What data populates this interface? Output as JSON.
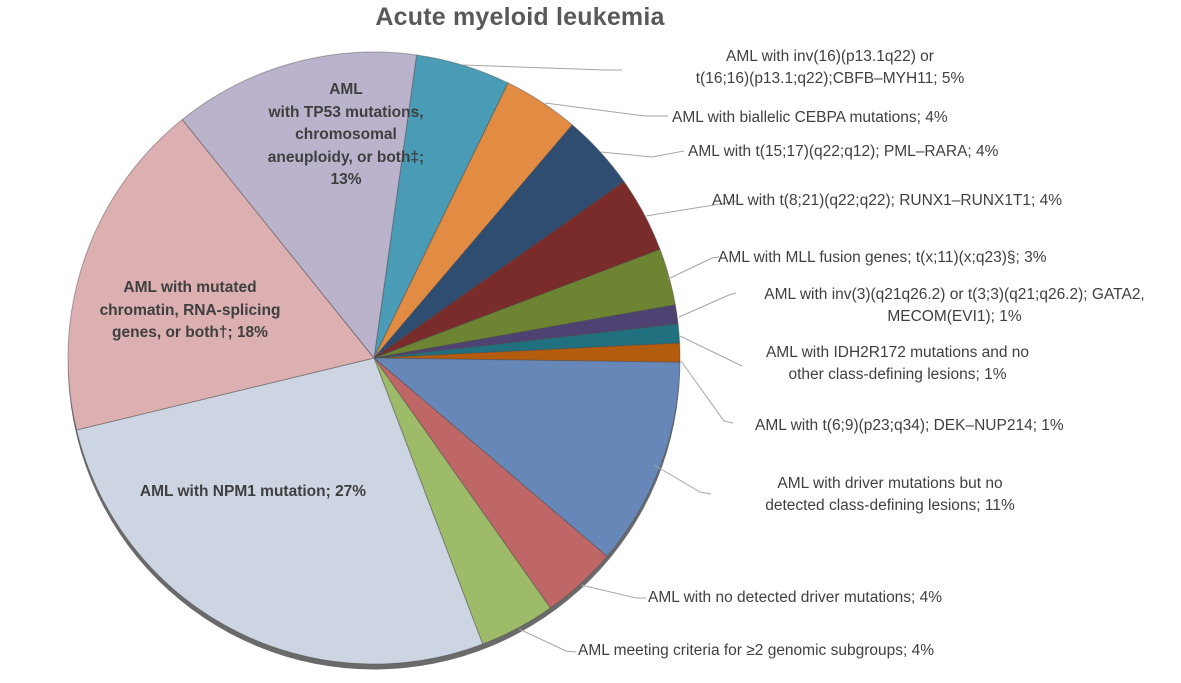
{
  "chart_data": {
    "type": "pie",
    "title": "Acute myeloid leukemia",
    "start_angle_deg": 8,
    "legend_position": "none",
    "slices": [
      {
        "name": "AML with inv(16)(p13.1q22) or t(16;16)(p13.1;q22);CBFB–MYH11",
        "value_pct": 5,
        "color": "#4a9bb5",
        "label_placement": "callout",
        "label": "AML with inv(16)(p13.1q22) or\nt(16;16)(p13.1;q22);CBFB–MYH11; 5%"
      },
      {
        "name": "AML with biallelic CEBPA mutations",
        "value_pct": 4,
        "color": "#e28b43",
        "label_placement": "callout",
        "label": "AML with biallelic CEBPA mutations; 4%"
      },
      {
        "name": "AML with t(15;17)(q22;q12); PML–RARA",
        "value_pct": 4,
        "color": "#2e4d71",
        "label_placement": "callout",
        "label": "AML with t(15;17)(q22;q12); PML–RARA; 4%"
      },
      {
        "name": "AML with t(8;21)(q22;q22); RUNX1–RUNX1T1",
        "value_pct": 4,
        "color": "#7a2c2a",
        "label_placement": "callout",
        "label": "AML with t(8;21)(q22;q22); RUNX1–RUNX1T1; 4%"
      },
      {
        "name": "AML with MLL fusion genes; t(x;11)(x;q23)§",
        "value_pct": 3,
        "color": "#6d8532",
        "label_placement": "callout",
        "label": "AML with MLL fusion genes; t(x;11)(x;q23)§; 3%"
      },
      {
        "name": "AML with inv(3)(q21q26.2) or t(3;3)(q21;q26.2); GATA2, MECOM(EVI1)",
        "value_pct": 1,
        "color": "#4e4272",
        "label_placement": "callout",
        "label": "AML with inv(3)(q21q26.2) or t(3;3)(q21;q26.2); GATA2,\nMECOM(EVI1); 1%"
      },
      {
        "name": "AML with IDH2R172 mutations and no other class-defining lesions",
        "value_pct": 1,
        "color": "#21707f",
        "label_placement": "callout",
        "label": "AML with IDH2R172 mutations and no\nother class-defining lesions; 1%"
      },
      {
        "name": "AML with t(6;9)(p23;q34); DEK–NUP214",
        "value_pct": 1,
        "color": "#b45c0e",
        "label_placement": "callout",
        "label": "AML with t(6;9)(p23;q34); DEK–NUP214; 1%"
      },
      {
        "name": "AML with driver mutations but no detected class-defining lesions",
        "value_pct": 11,
        "color": "#6787b8",
        "label_placement": "callout",
        "label": "AML with driver mutations but no\ndetected class-defining lesions; 11%"
      },
      {
        "name": "AML with no detected driver mutations",
        "value_pct": 4,
        "color": "#bf6667",
        "label_placement": "callout",
        "label": "AML with no detected driver mutations; 4%"
      },
      {
        "name": "AML meeting criteria for ≥2 genomic subgroups",
        "value_pct": 4,
        "color": "#9ebb69",
        "label_placement": "callout",
        "label": "AML meeting criteria for ≥2 genomic subgroups; 4%"
      },
      {
        "name": "AML with NPM1 mutation",
        "value_pct": 27,
        "color": "#ccd5e1",
        "label_placement": "inside",
        "label": "AML with NPM1 mutation; 27%"
      },
      {
        "name": "AML with mutated chromatin, RNA-splicing genes, or both†",
        "value_pct": 18,
        "color": "#dcafb0",
        "label_placement": "inside",
        "label": "AML with mutated\nchromatin, RNA-splicing\ngenes, or both†; 18%"
      },
      {
        "name": "AML with TP53 mutations, chromosomal aneuploidy, or both‡",
        "value_pct": 13,
        "color": "#bbb2cc",
        "label_placement": "inside",
        "label": "AML\nwith TP53 mutations,\nchromosomal\naneuploidy, or both‡;\n13%"
      }
    ],
    "colors": {
      "title_text": "#595959",
      "label_text": "#404040",
      "leader_line": "#a6a6a6",
      "slice_outline": "#4d4d4d",
      "shadow": "#5a5a5a"
    }
  }
}
